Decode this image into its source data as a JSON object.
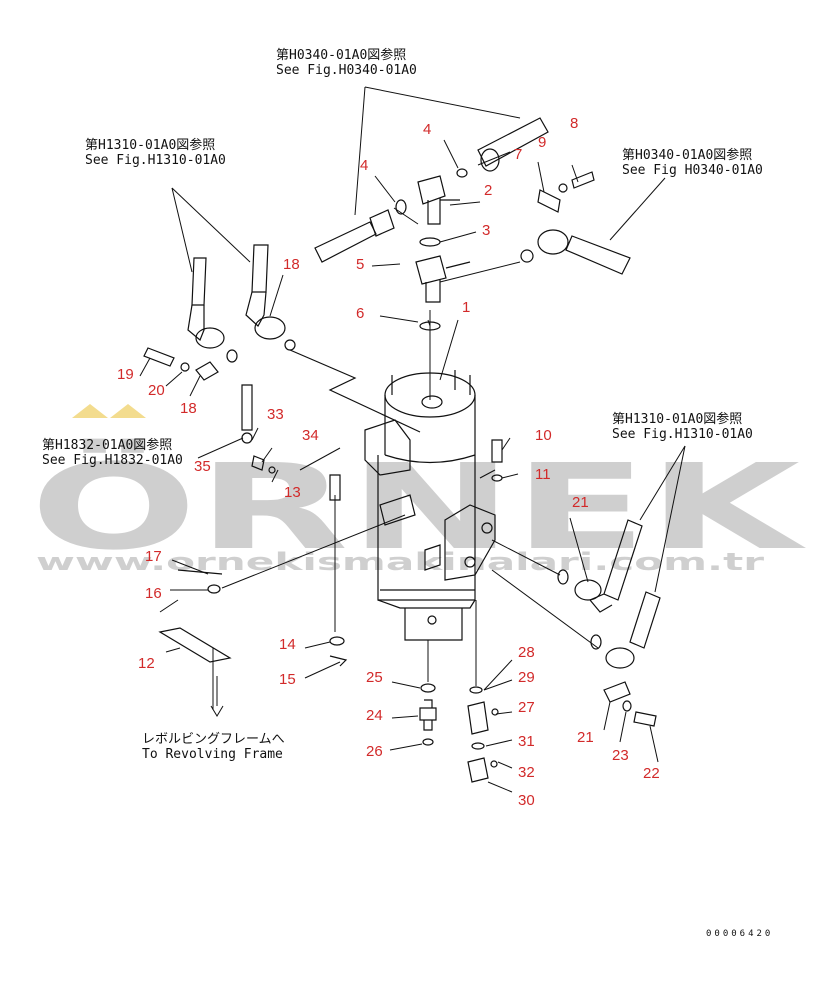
{
  "watermark": {
    "brand": "ÖRNEK",
    "url": "www.ornekismakinalari.com.tr",
    "color": "#cfcfcf",
    "accent": "#f2d98a"
  },
  "references": [
    {
      "id": "top",
      "jp": "第H0340-01A0図参照",
      "en": "See Fig.H0340-01A0"
    },
    {
      "id": "left",
      "jp": "第H1310-01A0図参照",
      "en": "See Fig.H1310-01A0"
    },
    {
      "id": "right-top",
      "jp": "第H0340-01A0図参照",
      "en": "See Fig H0340-01A0"
    },
    {
      "id": "right-mid",
      "jp": "第H1310-01A0図参照",
      "en": "See Fig.H1310-01A0"
    },
    {
      "id": "left-mid",
      "jp": "第H1832-01A0図参照",
      "en": "See Fig.H1832-01A0"
    },
    {
      "id": "frame",
      "jp": "レボルビングフレームへ",
      "en": "To Revolving Frame"
    }
  ],
  "part_numbers": [
    "1",
    "2",
    "3",
    "4",
    "4",
    "5",
    "6",
    "7",
    "8",
    "9",
    "10",
    "11",
    "12",
    "13",
    "14",
    "15",
    "16",
    "17",
    "18",
    "18",
    "19",
    "20",
    "21",
    "21",
    "22",
    "23",
    "24",
    "25",
    "26",
    "27",
    "28",
    "29",
    "30",
    "31",
    "32",
    "33",
    "34",
    "35"
  ],
  "drawing_number": "00006420",
  "label_color": "#d22a2a"
}
